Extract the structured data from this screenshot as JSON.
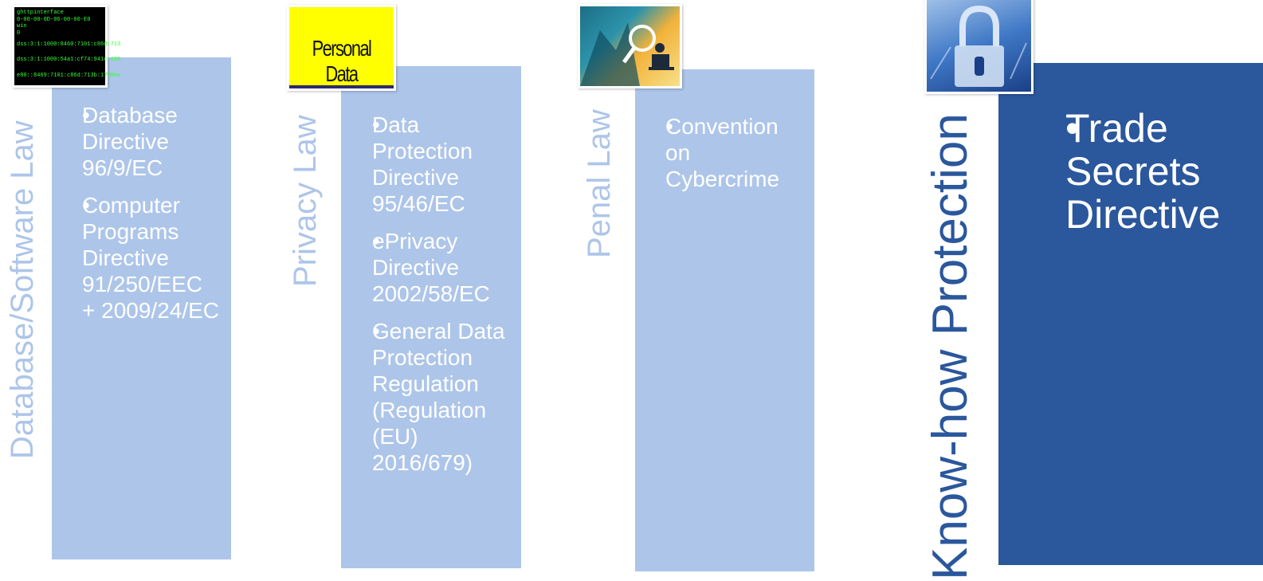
{
  "columns": [
    {
      "label": "Database/Software Law",
      "items": [
        "Database Directive 96/9/EC",
        "Computer Programs Directive 91/250/EEC + 2009/24/EC"
      ],
      "image_icon": "terminal-screen-icon",
      "image_lines": [
        "ghttpinterface",
        "0-00-00-0D-06-00-00-E0",
        "win",
        "0",
        "dss:3:1:1000:8460:7101:c86d:713",
        "dss:3:1:1000:54a1:cf74:941c:100",
        "e80::8469:7101:c86d:713b:17%8ev"
      ]
    },
    {
      "label": "Privacy Law",
      "items": [
        "Data Protection Directive 95/46/EC",
        "ePrivacy Directive 2002/58/EC",
        "General Data Protection Regulation (Regulation (EU) 2016/679)"
      ],
      "image_icon": "personal-data-sign-icon",
      "image_text": "Personal Data"
    },
    {
      "label": "Penal Law",
      "items": [
        "Convention on Cybercrime"
      ],
      "image_icon": "cybercrime-magnifier-icon"
    },
    {
      "label": "Know-how Protection",
      "items": [
        "Trade Secrets Directive"
      ],
      "image_icon": "padlock-icon"
    }
  ],
  "colors": {
    "light": "#adc5e9",
    "dark": "#2b579c",
    "text_on_panel": "#ffffff"
  }
}
